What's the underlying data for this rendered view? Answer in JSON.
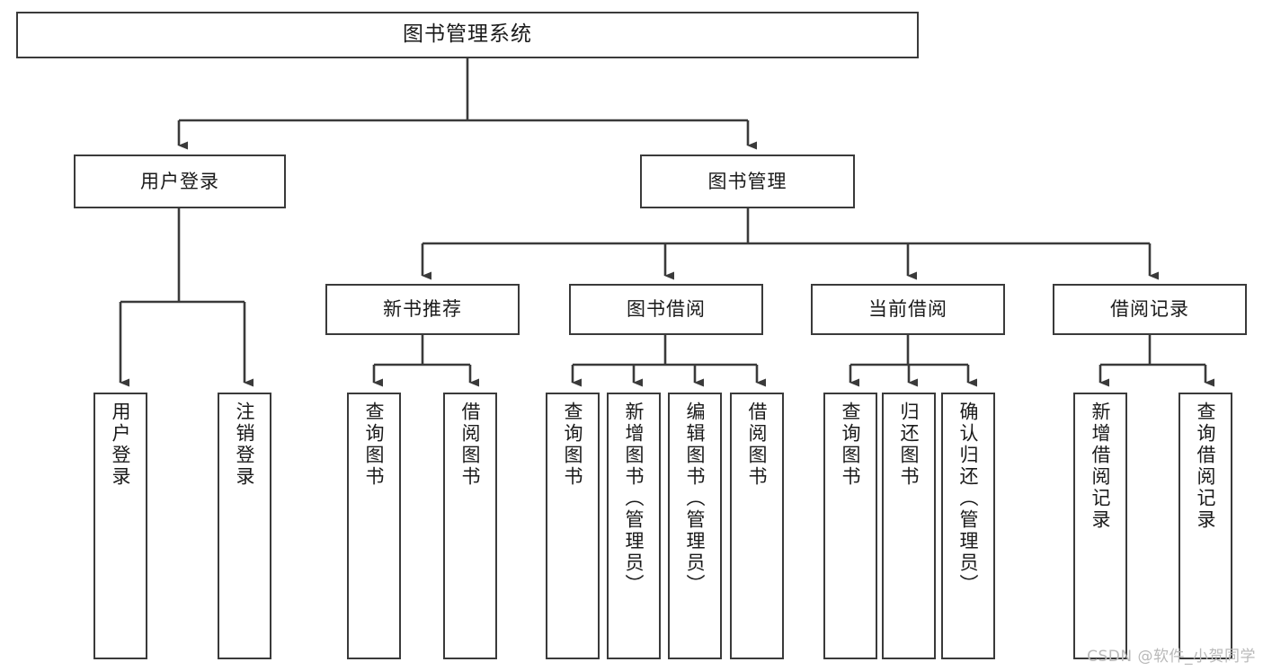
{
  "diagram": {
    "title": "图书管理系统",
    "type": "tree-hierarchy-diagram",
    "watermark": "CSDN @软件_小贺同学",
    "colors": {
      "box_border": "#3a3a3a",
      "box_fill": "#ffffff",
      "connector": "#3a3a3a",
      "text": "#1a1a1a",
      "watermark": "#b9b9b9",
      "background": "#ffffff"
    },
    "nodes": {
      "root": {
        "label": "图书管理系统"
      },
      "level1": [
        {
          "id": "user-login",
          "label": "用户登录"
        },
        {
          "id": "book-manage",
          "label": "图书管理"
        }
      ],
      "level2": [
        {
          "id": "new-book-recommend",
          "label": "新书推荐"
        },
        {
          "id": "book-borrow",
          "label": "图书借阅"
        },
        {
          "id": "current-borrow",
          "label": "当前借阅"
        },
        {
          "id": "borrow-record",
          "label": "借阅记录"
        }
      ],
      "leaves": {
        "user-login": [
          {
            "id": "leaf-user-login",
            "label": "用户登录"
          },
          {
            "id": "leaf-logout",
            "label": "注销登录"
          }
        ],
        "new-book-recommend": [
          {
            "id": "leaf-query-book-1",
            "label": "查询图书"
          },
          {
            "id": "leaf-borrow-book-1",
            "label": "借阅图书"
          }
        ],
        "book-borrow": [
          {
            "id": "leaf-query-book-2",
            "label": "查询图书"
          },
          {
            "id": "leaf-add-book",
            "label": "新增图书（管理员）"
          },
          {
            "id": "leaf-edit-book",
            "label": "编辑图书（管理员）"
          },
          {
            "id": "leaf-borrow-book-2",
            "label": "借阅图书"
          }
        ],
        "current-borrow": [
          {
            "id": "leaf-query-book-3",
            "label": "查询图书"
          },
          {
            "id": "leaf-return-book",
            "label": "归还图书"
          },
          {
            "id": "leaf-confirm-return",
            "label": "确认归还（管理员）"
          }
        ],
        "borrow-record": [
          {
            "id": "leaf-add-record",
            "label": "新增借阅记录"
          },
          {
            "id": "leaf-query-record",
            "label": "查询借阅记录"
          }
        ]
      }
    }
  }
}
